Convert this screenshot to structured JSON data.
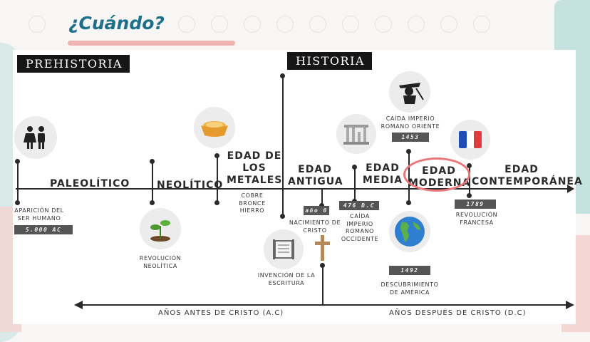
{
  "title": "¿Cuándo?",
  "sections": {
    "prehistory": "PREHISTORIA",
    "history": "HISTORIA"
  },
  "eras": {
    "paleolithic": "PALEOLÍTICO",
    "neolithic": "NEOLÍTICO",
    "metals_1": "EDAD DE",
    "metals_2": "LOS",
    "metals_3": "METALES",
    "ancient_1": "EDAD",
    "ancient_2": "ANTIGUA",
    "medieval_1": "EDAD",
    "medieval_2": "MEDIA",
    "modern_1": "EDAD",
    "modern_2": "MODERNA",
    "contemporary_1": "EDAD",
    "contemporary_2": "CONTEMPORÁNEA"
  },
  "events": {
    "human_1": "APARICIÓN DEL",
    "human_2": "SER HUMANO",
    "human_date": "5.000 AC",
    "neolithic_rev_1": "REVOLUCIÓN",
    "neolithic_rev_2": "NEOLÍTICA",
    "metals_1": "COBRE",
    "metals_2": "BRONCE",
    "metals_3": "HIERRO",
    "writing_1": "INVENCIÓN DE LA",
    "writing_2": "ESCRITURA",
    "year0_date": "año 0",
    "christ_1": "NACIMIENTO DE",
    "christ_2": "CRISTO",
    "west_date": "476 D.C",
    "west_1": "CAÍDA",
    "west_2": "IMPERIO",
    "west_3": "ROMANO",
    "west_4": "OCCIDENTE",
    "east_1": "CAÍDA IMPERIO",
    "east_2": "ROMANO ORIENTE",
    "east_date": "1453",
    "america_date": "1492",
    "america_1": "DESCUBRIMIENTO",
    "america_2": "DE AMÉRICA",
    "french_date": "1789",
    "french_1": "REVOLUCIÓN",
    "french_2": "FRANCESA"
  },
  "axis": {
    "bc": "AÑOS ANTES DE CRISTO (A.C)",
    "ad": "AÑOS DESPUÉS DE CRISTO (D.C)"
  },
  "icons": [
    "people-icon",
    "bread-basket-icon",
    "sprout-icon",
    "scroll-icon",
    "cross-icon",
    "ruins-icon",
    "warrior-icon",
    "globe-icon",
    "french-flag-icon"
  ],
  "colors": {
    "title": "#1e6f8a",
    "highlight_circle": "#e9787a",
    "timeline": "#2a2a2a",
    "date_box": "#555555"
  }
}
